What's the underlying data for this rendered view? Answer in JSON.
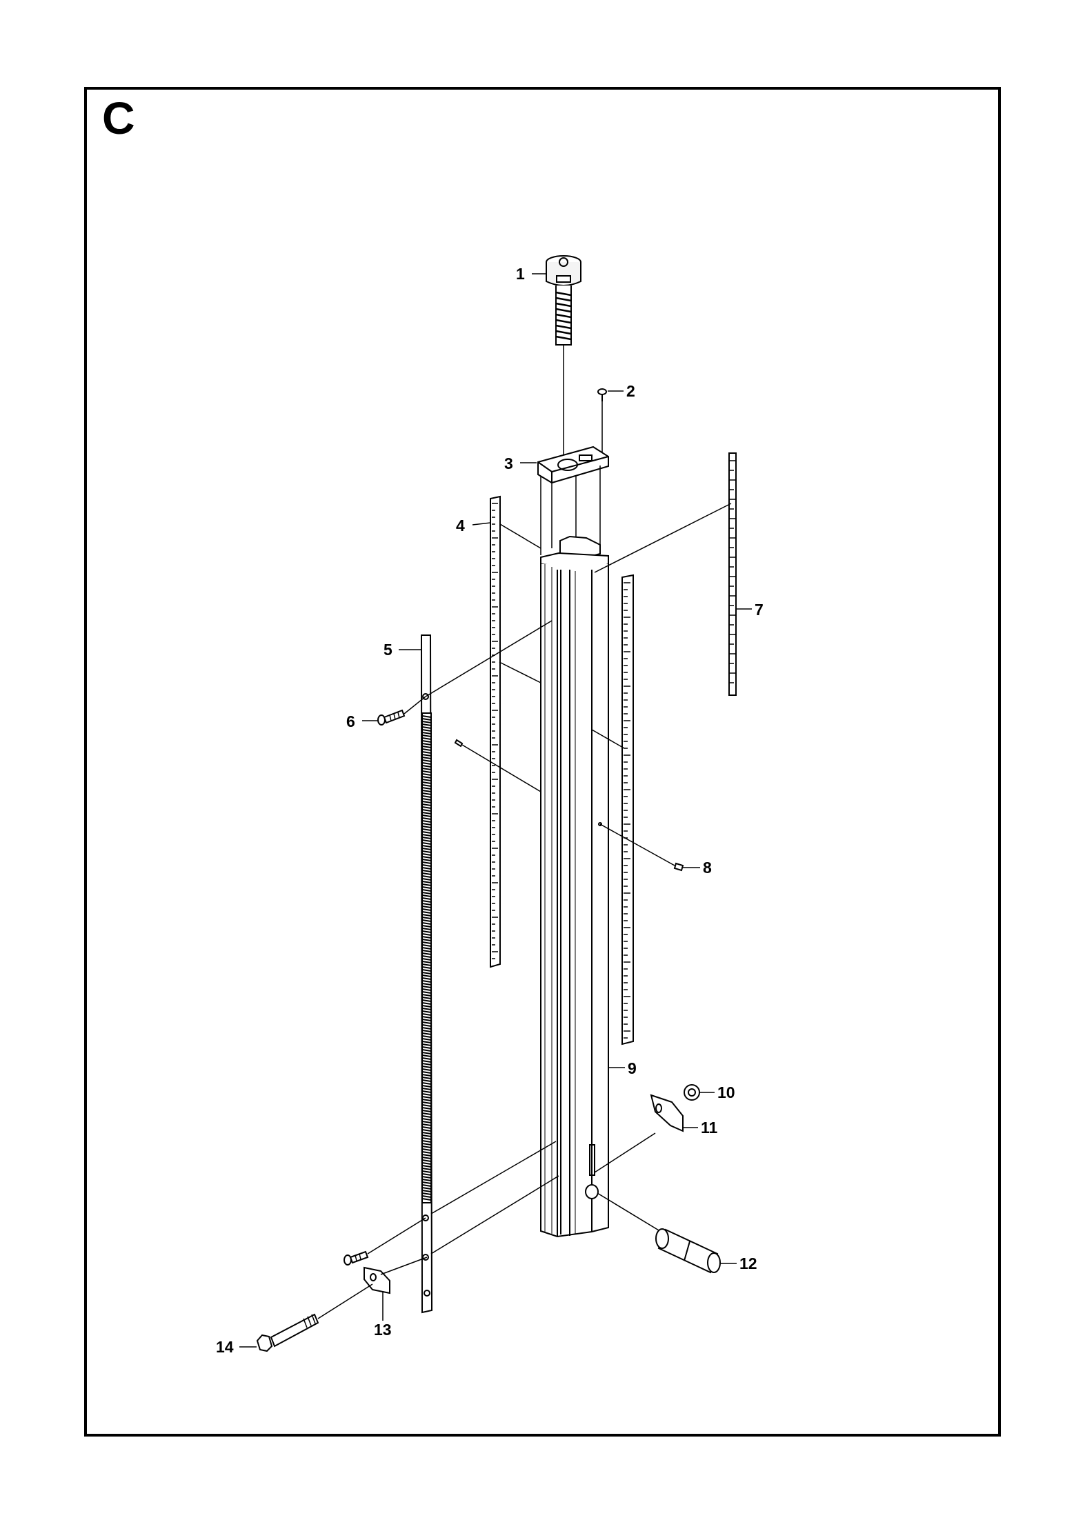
{
  "section_label": "C",
  "callouts": [
    "1",
    "2",
    "3",
    "4",
    "5",
    "6",
    "7",
    "8",
    "9",
    "10",
    "11",
    "12",
    "13",
    "14"
  ]
}
